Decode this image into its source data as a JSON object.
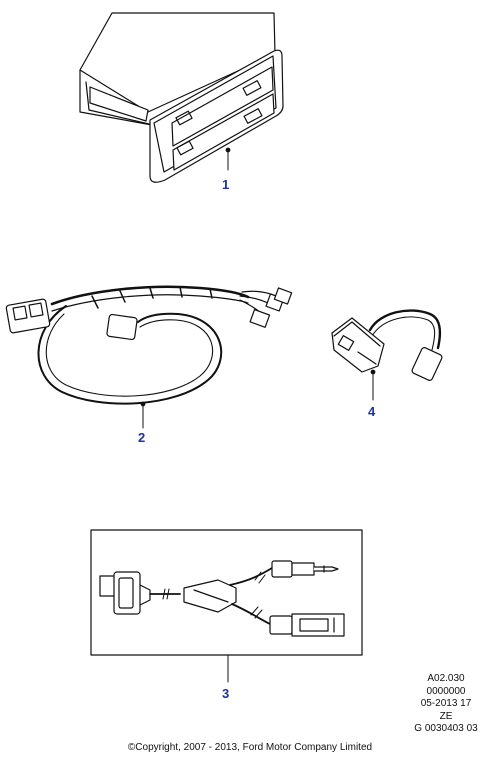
{
  "callouts": {
    "part1": "1",
    "part2": "2",
    "part3": "3",
    "part4": "4"
  },
  "reference_codes": {
    "line1": "A02.030",
    "line2": "0000000",
    "line3": "05-2013 17",
    "line4": "ZE",
    "line5": "G 0030403 03"
  },
  "copyright": "©Copyright, 2007 - 2013, Ford Motor Company Limited",
  "colors": {
    "callout": "#1a33a8",
    "line": "#111111"
  }
}
